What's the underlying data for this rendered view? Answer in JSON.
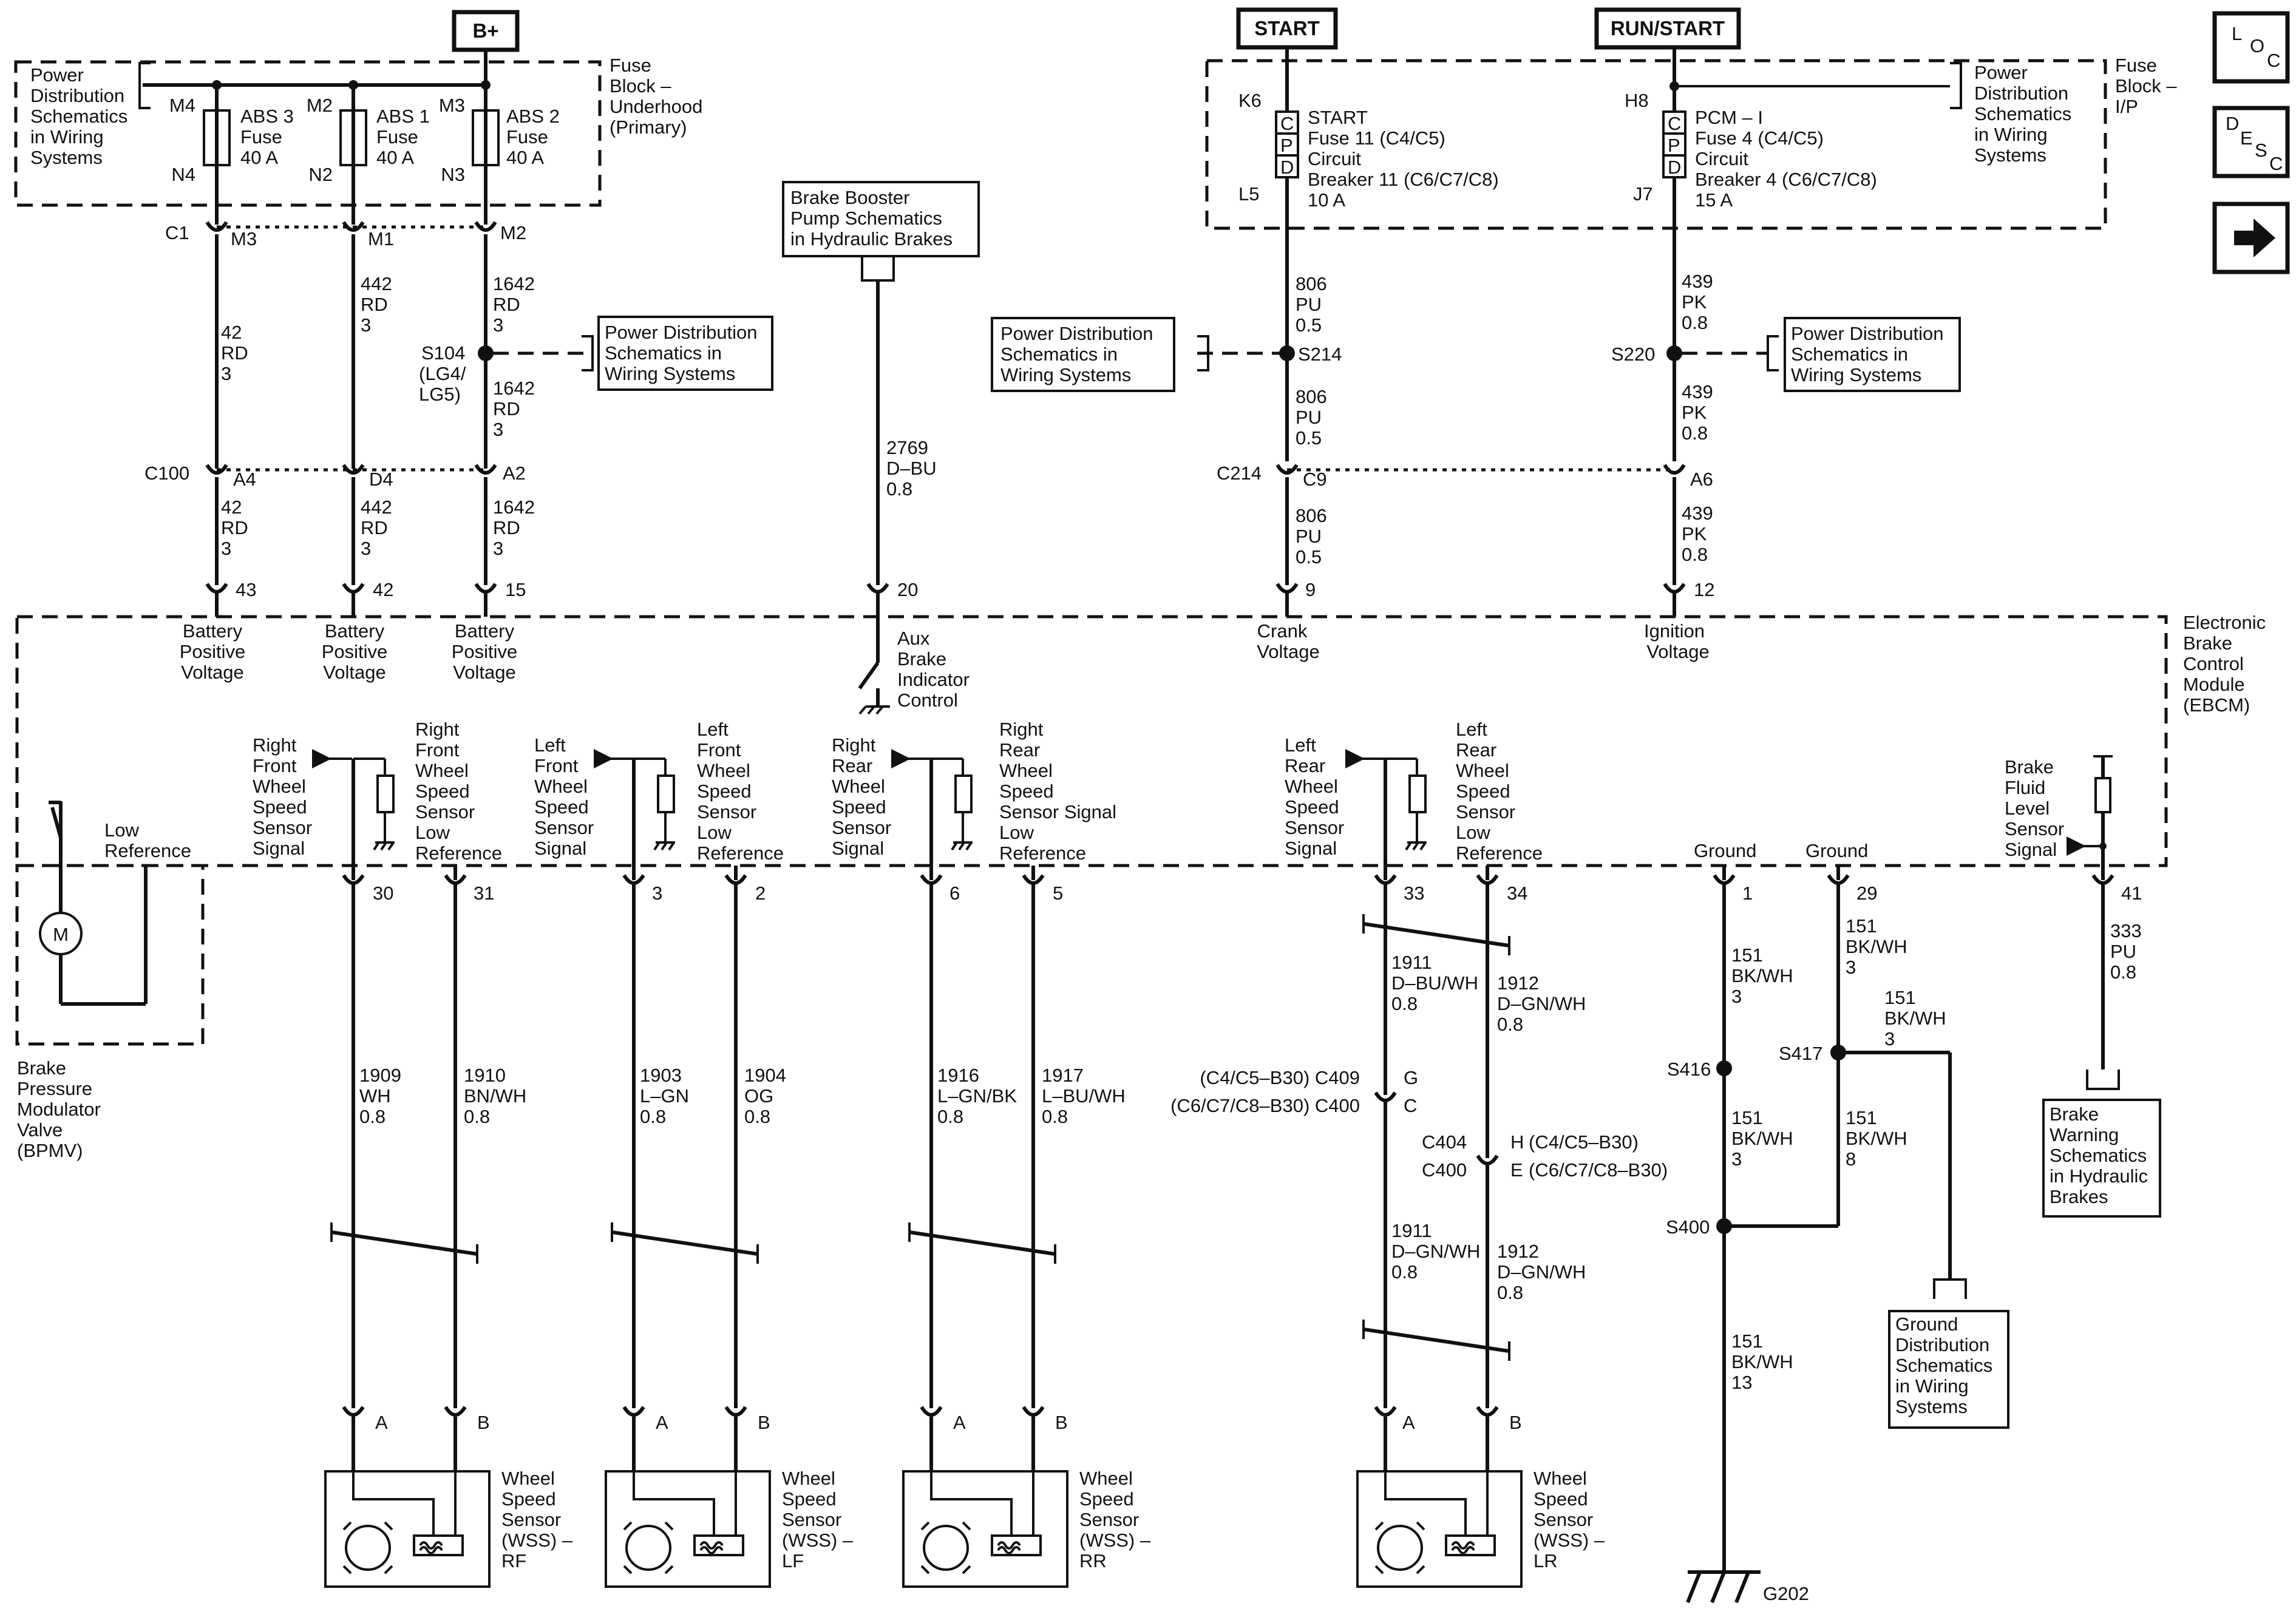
{
  "supply": {
    "b_plus": "B+",
    "start": "START",
    "run_start": "RUN/START"
  },
  "side_icons": {
    "loc": [
      "L",
      "O",
      "C"
    ],
    "desc": [
      "D",
      "E",
      "S",
      "C"
    ],
    "next_icon": "right-arrow-icon"
  },
  "fuse_block_underhood": {
    "label": [
      "Fuse",
      "Block –",
      "Underhood",
      "(Primary)"
    ],
    "ref": [
      "Power",
      "Distribution",
      "Schematics",
      "in Wiring",
      "Systems"
    ],
    "fuses": [
      {
        "top_pin": "M4",
        "bottom_pin": "N4",
        "name": [
          "ABS 3",
          "Fuse",
          "40 A"
        ]
      },
      {
        "top_pin": "M2",
        "bottom_pin": "N2",
        "name": [
          "ABS 1",
          "Fuse",
          "40 A"
        ]
      },
      {
        "top_pin": "M3",
        "bottom_pin": "N3",
        "name": [
          "ABS 2",
          "Fuse",
          "40 A"
        ]
      }
    ]
  },
  "fuse_block_ip": {
    "label": [
      "Fuse",
      "Block –",
      "I/P"
    ],
    "ref": [
      "Power",
      "Distribution",
      "Schematics",
      "in Wiring",
      "Systems"
    ],
    "cpd": [
      "C",
      "P",
      "D"
    ],
    "start_fuse": {
      "top_pin": "K6",
      "bottom_pin": "L5",
      "name": [
        "START",
        "Fuse 11 (C4/C5)",
        "Circuit",
        "Breaker 11 (C6/C7/C8)",
        "10 A"
      ]
    },
    "pcm_fuse": {
      "top_pin": "H8",
      "bottom_pin": "J7",
      "name": [
        "PCM – I",
        "Fuse 4 (C4/C5)",
        "Circuit",
        "Breaker 4 (C6/C7/C8)",
        "15 A"
      ]
    }
  },
  "connectors": {
    "c1": {
      "name": "C1",
      "pins": [
        "M3",
        "M1",
        "M2"
      ]
    },
    "c100": {
      "name": "C100",
      "pins": [
        "A4",
        "D4",
        "A2"
      ]
    },
    "c214": {
      "name": "C214",
      "pin": "C9"
    },
    "a6": "A6",
    "c409": {
      "left": "(C4/C5–B30) C409",
      "pin": "G"
    },
    "c400a": {
      "left": "(C6/C7/C8–B30) C400",
      "pin": "C"
    },
    "c404": {
      "name": "C404",
      "pin": "H",
      "right": "(C4/C5–B30)"
    },
    "c400b": {
      "name": "C400",
      "pin": "E",
      "right": "(C6/C7/C8–B30)"
    }
  },
  "wires": {
    "w42_a": [
      "42",
      "RD",
      "3"
    ],
    "w442_a": [
      "442",
      "RD",
      "3"
    ],
    "w1642_a": [
      "1642",
      "RD",
      "3"
    ],
    "w1642_b": [
      "1642",
      "RD",
      "3"
    ],
    "w42_b": [
      "42",
      "RD",
      "3"
    ],
    "w442_b": [
      "442",
      "RD",
      "3"
    ],
    "w1642_c": [
      "1642",
      "RD",
      "3"
    ],
    "w2769": [
      "2769",
      "D–BU",
      "0.8"
    ],
    "w806_a": [
      "806",
      "PU",
      "0.5"
    ],
    "w806_b": [
      "806",
      "PU",
      "0.5"
    ],
    "w806_c": [
      "806",
      "PU",
      "0.5"
    ],
    "w439_a": [
      "439",
      "PK",
      "0.8"
    ],
    "w439_b": [
      "439",
      "PK",
      "0.8"
    ],
    "w439_c": [
      "439",
      "PK",
      "0.8"
    ],
    "w1909": [
      "1909",
      "WH",
      "0.8"
    ],
    "w1910": [
      "1910",
      "BN/WH",
      "0.8"
    ],
    "w1903": [
      "1903",
      "L–GN",
      "0.8"
    ],
    "w1904": [
      "1904",
      "OG",
      "0.8"
    ],
    "w1916": [
      "1916",
      "L–GN/BK",
      "0.8"
    ],
    "w1917": [
      "1917",
      "L–BU/WH",
      "0.8"
    ],
    "w1911_a": [
      "1911",
      "D–BU/WH",
      "0.8"
    ],
    "w1912_a": [
      "1912",
      "D–GN/WH",
      "0.8"
    ],
    "w1911_b": [
      "1911",
      "D–GN/WH",
      "0.8"
    ],
    "w1912_b": [
      "1912",
      "D–GN/WH",
      "0.8"
    ],
    "w151_a": [
      "151",
      "BK/WH",
      "3"
    ],
    "w151_b": [
      "151",
      "BK/WH",
      "3"
    ],
    "w151_c": [
      "151",
      "BK/WH",
      "3"
    ],
    "w151_d": [
      "151",
      "BK/WH",
      "3"
    ],
    "w151_e": [
      "151",
      "BK/WH",
      "8"
    ],
    "w151_f": [
      "151",
      "BK/WH",
      "13"
    ],
    "w333": [
      "333",
      "PU",
      "0.8"
    ]
  },
  "splices": {
    "s104": [
      "S104",
      "(LG4/",
      "LG5)"
    ],
    "s214": "S214",
    "s220": "S220",
    "s416": "S416",
    "s417": "S417",
    "s400": "S400"
  },
  "ref_boxes": {
    "power_dist": [
      "Power Distribution",
      "Schematics in",
      "Wiring  Systems"
    ],
    "brake_booster": [
      "Brake Booster",
      "Pump Schematics",
      "in Hydraulic Brakes"
    ],
    "brake_warning": [
      "Brake",
      "Warning",
      "Schematics",
      "in Hydraulic",
      "Brakes"
    ],
    "ground_dist": [
      "Ground",
      "Distribution",
      "Schematics",
      "in Wiring",
      "Systems"
    ]
  },
  "ebcm": {
    "label": [
      "Electronic",
      "Brake",
      "Control",
      "Module",
      "(EBCM)"
    ],
    "top_pins": [
      "43",
      "42",
      "15",
      "20",
      "9",
      "12"
    ],
    "top_labels": {
      "battery": [
        "Battery",
        "Positive",
        "Voltage"
      ],
      "aux": [
        "Aux",
        "Brake",
        "Indicator",
        "Control"
      ],
      "crank": [
        "Crank",
        "Voltage"
      ],
      "ignition": [
        "Ignition",
        "Voltage"
      ]
    },
    "low_reference": [
      "Low",
      "Reference"
    ],
    "bottom_pins": [
      "30",
      "31",
      "3",
      "2",
      "6",
      "5",
      "33",
      "34",
      "1",
      "29",
      "41"
    ],
    "signals": {
      "rf_sig": [
        "Right",
        "Front",
        "Wheel",
        "Speed",
        "Sensor",
        "Signal"
      ],
      "rf_ref": [
        "Right",
        "Front",
        "Wheel",
        "Speed",
        "Sensor",
        "Low",
        "Reference"
      ],
      "lf_sig": [
        "Left",
        "Front",
        "Wheel",
        "Speed",
        "Sensor",
        "Signal"
      ],
      "lf_ref": [
        "Left",
        "Front",
        "Wheel",
        "Speed",
        "Sensor",
        "Low",
        "Reference"
      ],
      "rr_sig": [
        "Right",
        "Rear",
        "Wheel",
        "Speed",
        "Sensor",
        "Signal"
      ],
      "rr_ref": [
        "Right",
        "Rear",
        "Wheel",
        "Speed",
        "Sensor Signal",
        "Low",
        "Reference"
      ],
      "lr_sig": [
        "Left",
        "Rear",
        "Wheel",
        "Speed",
        "Sensor",
        "Signal"
      ],
      "lr_ref": [
        "Left",
        "Rear",
        "Wheel",
        "Speed",
        "Sensor",
        "Low",
        "Reference"
      ],
      "ground": "Ground",
      "fluid": [
        "Brake",
        "Fluid",
        "Level",
        "Sensor",
        "Signal"
      ]
    }
  },
  "bpmv": {
    "label": [
      "Brake",
      "Pressure",
      "Modulator",
      "Valve",
      "(BPMV)"
    ],
    "motor": "M"
  },
  "sensors": [
    {
      "pins": [
        "A",
        "B"
      ],
      "label": [
        "Wheel",
        "Speed",
        "Sensor",
        "(WSS) –",
        "RF"
      ]
    },
    {
      "pins": [
        "A",
        "B"
      ],
      "label": [
        "Wheel",
        "Speed",
        "Sensor",
        "(WSS) –",
        "LF"
      ]
    },
    {
      "pins": [
        "A",
        "B"
      ],
      "label": [
        "Wheel",
        "Speed",
        "Sensor",
        "(WSS) –",
        "RR"
      ]
    },
    {
      "pins": [
        "A",
        "B"
      ],
      "label": [
        "Wheel",
        "Speed",
        "Sensor",
        "(WSS) –",
        "LR"
      ]
    }
  ],
  "ground_point": "G202"
}
